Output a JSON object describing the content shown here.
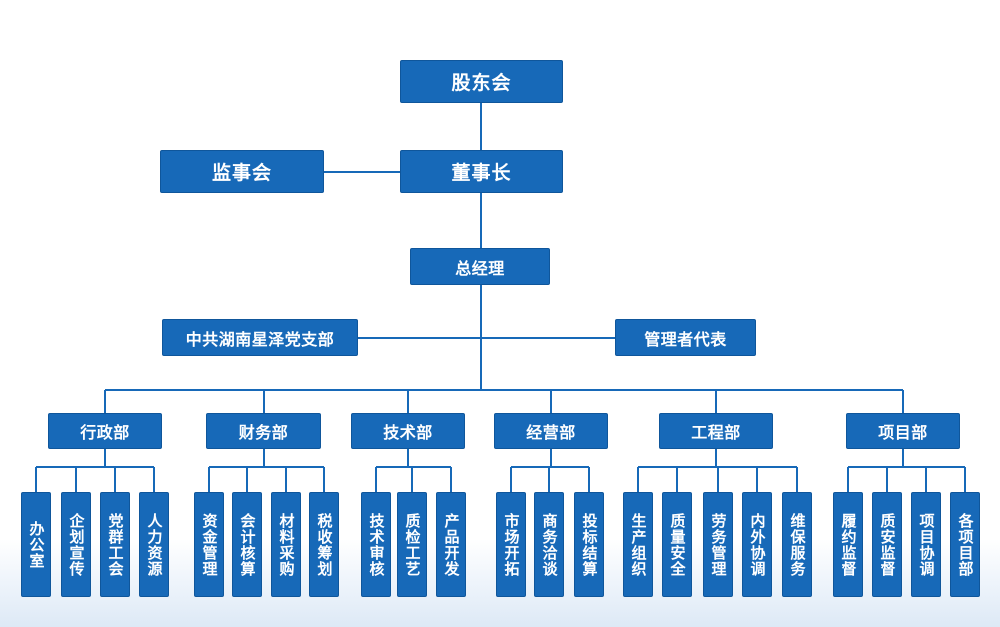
{
  "top": {
    "shareholders": "股东会",
    "chairman": "董事长",
    "supervisors": "监事会",
    "general_manager": "总经理",
    "party_branch": "中共湖南星泽党支部",
    "management_rep": "管理者代表"
  },
  "departments": [
    {
      "name": "行政部",
      "subs": [
        "办公室",
        "企划宣传",
        "党群工会",
        "人力资源"
      ]
    },
    {
      "name": "财务部",
      "subs": [
        "资金管理",
        "会计核算",
        "材料采购",
        "税收筹划"
      ]
    },
    {
      "name": "技术部",
      "subs": [
        "技术审核",
        "质检工艺",
        "产品开发"
      ]
    },
    {
      "name": "经营部",
      "subs": [
        "市场开拓",
        "商务洽谈",
        "投标结算"
      ]
    },
    {
      "name": "工程部",
      "subs": [
        "生产组织",
        "质量安全",
        "劳务管理",
        "内外协调",
        "维保服务"
      ]
    },
    {
      "name": "项目部",
      "subs": [
        "履约监督",
        "质安监督",
        "项目协调",
        "各项目部"
      ]
    }
  ],
  "colors": {
    "box": "#1769b8",
    "line": "#1769b8",
    "text": "#ffffff"
  }
}
